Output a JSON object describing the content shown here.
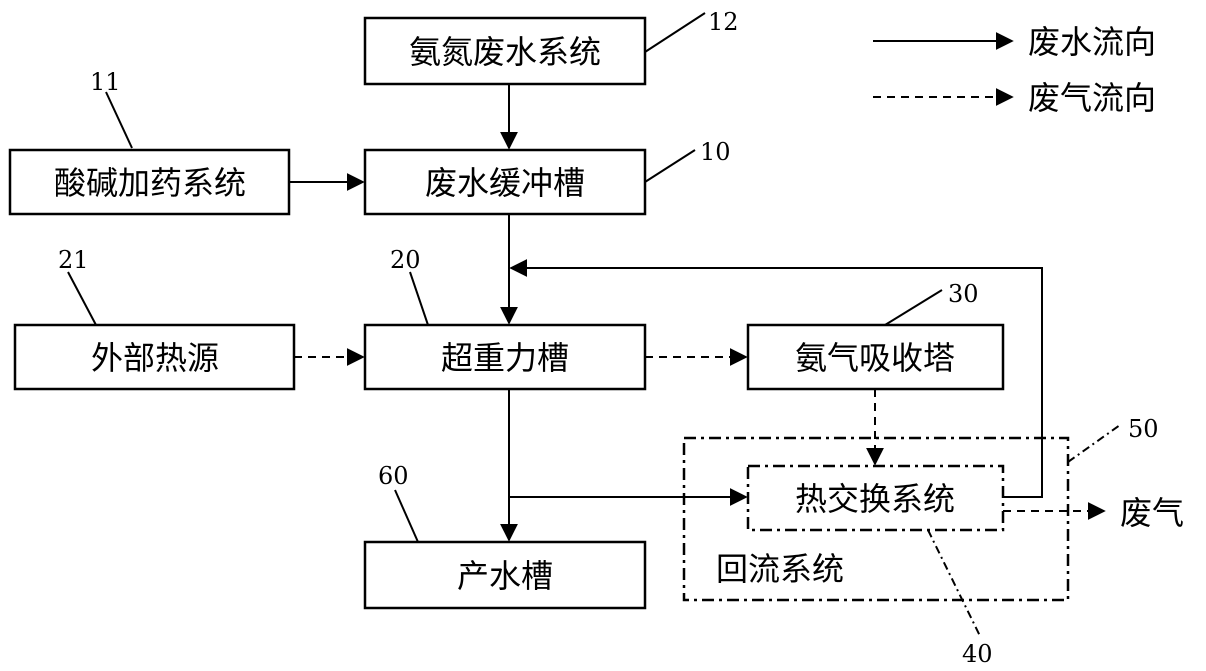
{
  "boxes": {
    "ammonia_wastewater": "氨氮废水系统",
    "acid_base_dosing": "酸碱加药系统",
    "wastewater_buffer": "废水缓冲槽",
    "external_heat": "外部热源",
    "hypergravity": "超重力槽",
    "ammonia_absorber": "氨气吸收塔",
    "heat_exchange": "热交换系统",
    "product_water": "产水槽",
    "reflux_system": "回流系统"
  },
  "refs": {
    "r12": "12",
    "r11": "11",
    "r10": "10",
    "r21": "21",
    "r20": "20",
    "r30": "30",
    "r50": "50",
    "r60": "60",
    "r40": "40"
  },
  "legend": {
    "wastewater_flow": "废水流向",
    "exhaust_flow": "废气流向"
  },
  "outputs": {
    "exhaust": "废气"
  }
}
